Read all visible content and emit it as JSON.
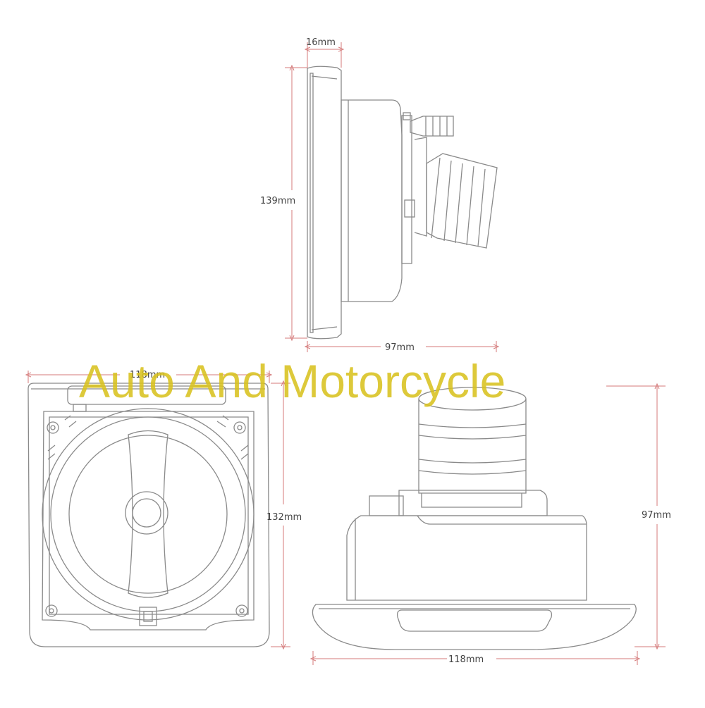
{
  "dimensions": {
    "side_depth_top": "16mm",
    "side_height": "139mm",
    "side_width": "97mm",
    "front_width": "118mm",
    "front_height": "132mm",
    "bottom_height": "97mm",
    "bottom_width": "118mm"
  },
  "watermark": "Auto And Motorcycle",
  "colors": {
    "outline": "#8a8a8a",
    "dim_line": "#d47a7a",
    "watermark": "#d9c21f"
  }
}
